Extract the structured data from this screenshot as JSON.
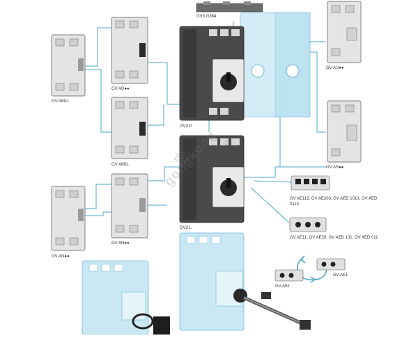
{
  "labels": {
    "gv3_g364": "GV3 G364",
    "gv_au": "GV AU●●",
    "gv_am11_left": "GV AM11",
    "gv_ad": "GV AD●●",
    "gv3_p": "GV3 P",
    "gv_am11_mid": "GV AM11",
    "gv_as": "GV AS●●",
    "gv_an": "GV AN●●",
    "gv_ah": "GV AH●●",
    "gv3_l": "GV3 L",
    "gv_ae113": "GV AE113, GV AE203, GV AED 1013, GV AED 0113",
    "gv_ae11": "GV AE11, GV AE20, GV AED 101, GV AED 011",
    "gv_ae1_a": "GV AE1",
    "gv_ae1_b": "GV AE1"
  },
  "watermark": {
    "chinese": "宏",
    "latin": "gongkong",
    "reg": "®"
  },
  "colors": {
    "line": "#4aa6c9",
    "device_dark": "#4a4a4a",
    "device_light": "#e3e3e3",
    "device_blue": "#bfe3f0",
    "outline": "#555555"
  }
}
